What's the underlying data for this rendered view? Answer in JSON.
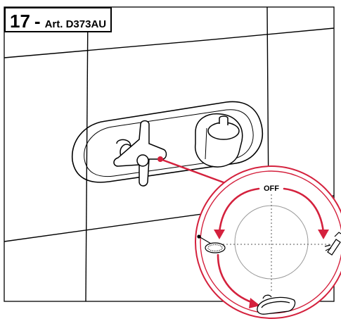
{
  "title": {
    "number": "17",
    "separator": "-",
    "article": "Art. D373AU"
  },
  "detail": {
    "off_label": "OFF",
    "accent_color": "#d4213d",
    "icons": [
      "head-shower-icon",
      "hand-shower-icon",
      "bathtub-icon"
    ]
  },
  "colors": {
    "line": "#000000",
    "accent": "#d4213d",
    "guide": "#9a9a9a"
  }
}
